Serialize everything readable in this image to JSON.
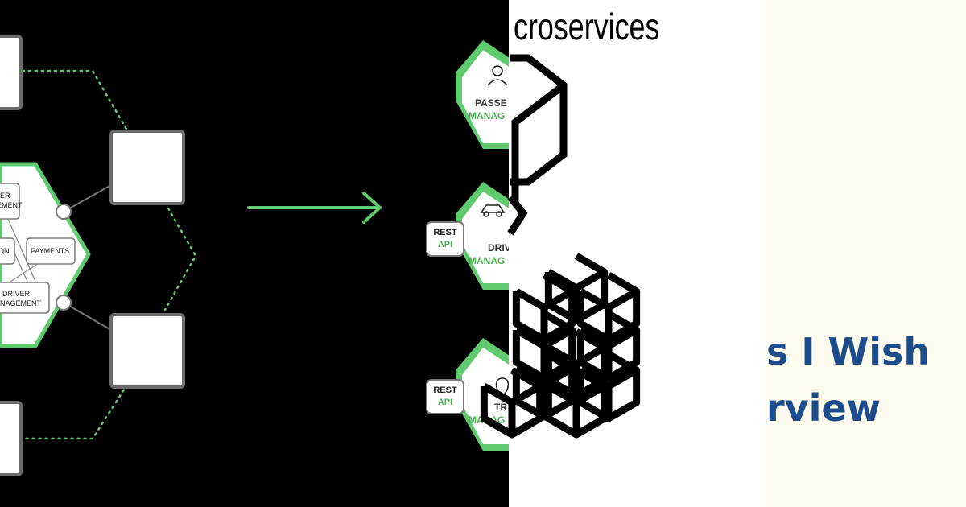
{
  "colors": {
    "background_dark": "#000000",
    "middle_panel": "#ffffff",
    "right_panel": "#fdfaee",
    "accent_green": "#5fcb6e",
    "heading_blue": "#1c4c8c",
    "box_border": "#6b6b6b"
  },
  "monolith": {
    "modules": [
      "ER\nEMENT",
      "ON",
      "PAYMENTS",
      "DRIVER\nANAGEMENT"
    ]
  },
  "microservices": {
    "header": "croservices",
    "services": [
      {
        "name": "PASSE",
        "sub": "MANAG",
        "icon": "passenger-icon"
      },
      {
        "name": "DRIV",
        "sub": "MANAG",
        "icon": "car-icon"
      },
      {
        "name": "TR",
        "sub": "MANAG",
        "icon": "location-pin-icon"
      }
    ],
    "rest_badges": [
      {
        "top": "REST",
        "bottom": "API"
      },
      {
        "top": "REST",
        "bottom": "API"
      }
    ]
  },
  "headline": {
    "line1": "s I Wish",
    "line2": "rview"
  }
}
